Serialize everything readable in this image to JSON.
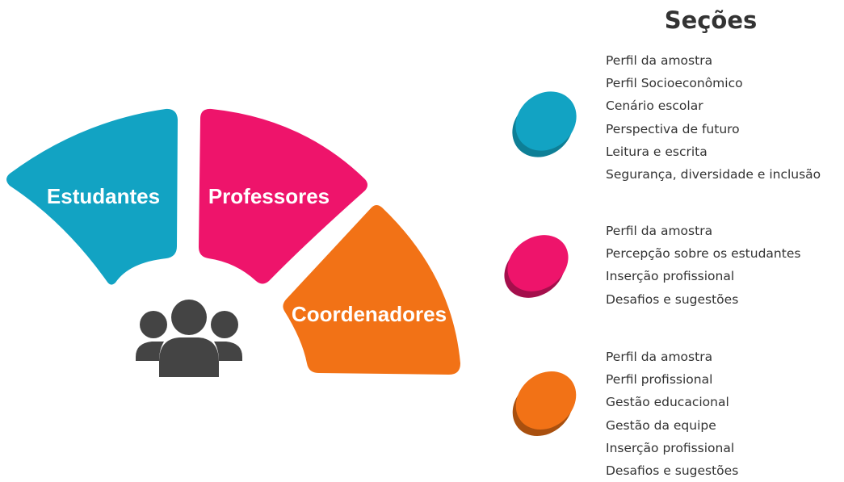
{
  "diagram": {
    "segments": [
      {
        "label": "Estudantes",
        "color": "#12A3C3"
      },
      {
        "label": "Professores",
        "color": "#EE146B"
      },
      {
        "label": "Coordenadores",
        "color": "#F27216"
      }
    ],
    "people_icon": "group-people-icon",
    "people_icon_color": "#444444"
  },
  "sections": {
    "title": "Seções",
    "groups": [
      {
        "color": "#12A3C3",
        "shadow": "#0E7F96",
        "items": [
          "Perfil da amostra",
          "Perfil Socioeconômico",
          "Cenário escolar",
          "Perspectiva de futuro",
          "Leitura e escrita",
          "Segurança, diversidade e inclusão"
        ]
      },
      {
        "color": "#EE146B",
        "shadow": "#A40F4C",
        "items": [
          "Perfil da amostra",
          "Percepção sobre os estudantes",
          "Inserção profissional",
          "Desafios e sugestões"
        ]
      },
      {
        "color": "#F27216",
        "shadow": "#A9500F",
        "items": [
          "Perfil da amostra",
          "Perfil profissional",
          "Gestão educacional",
          "Gestão da equipe",
          "Inserção profissional",
          "Desafios e sugestões"
        ]
      }
    ]
  }
}
